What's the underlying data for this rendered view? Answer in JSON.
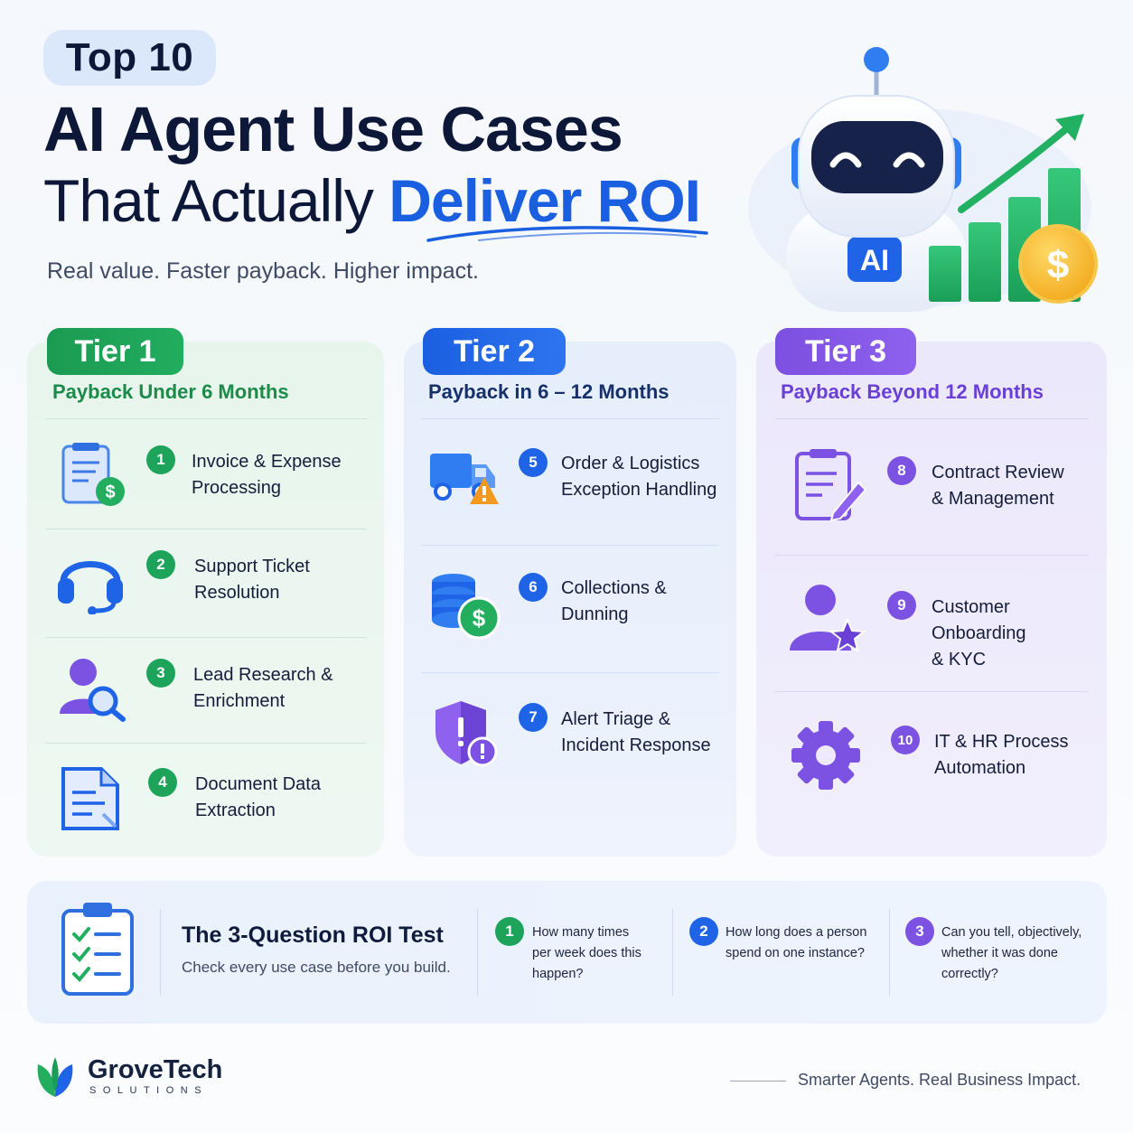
{
  "header": {
    "top_label": "Top 10",
    "headline_line1": "AI Agent Use Cases",
    "headline_line2_plain": "That Actually ",
    "headline_line2_highlight": "Deliver ROI",
    "tagline": "Real value. Faster payback. Higher impact.",
    "robot_chest_label": "AI",
    "coin_symbol": "$"
  },
  "tiers": [
    {
      "tab": "Tier 1",
      "subtitle": "Payback Under 6 Months",
      "color": "#1ea45a",
      "items": [
        {
          "num": "1",
          "label_l1": "Invoice & Expense",
          "label_l2": "Processing",
          "icon": "invoice-dollar-icon"
        },
        {
          "num": "2",
          "label_l1": "Support Ticket",
          "label_l2": "Resolution",
          "icon": "headset-icon"
        },
        {
          "num": "3",
          "label_l1": "Lead Research &",
          "label_l2": "Enrichment",
          "icon": "person-search-icon"
        },
        {
          "num": "4",
          "label_l1": "Document Data",
          "label_l2": "Extraction",
          "icon": "document-scan-icon"
        }
      ]
    },
    {
      "tab": "Tier 2",
      "subtitle": "Payback in 6 – 12 Months",
      "color": "#1f64e6",
      "items": [
        {
          "num": "5",
          "label_l1": "Order & Logistics",
          "label_l2": "Exception Handling",
          "icon": "truck-warning-icon"
        },
        {
          "num": "6",
          "label_l1": "Collections &",
          "label_l2": "Dunning",
          "icon": "coin-stack-icon"
        },
        {
          "num": "7",
          "label_l1": "Alert Triage &",
          "label_l2": "Incident Response",
          "icon": "shield-alert-icon"
        }
      ]
    },
    {
      "tab": "Tier 3",
      "subtitle": "Payback Beyond 12 Months",
      "color": "#7b52e2",
      "items": [
        {
          "num": "8",
          "label_l1": "Contract Review",
          "label_l2": "& Management",
          "icon": "contract-pen-icon"
        },
        {
          "num": "9",
          "label_l1": "Customer Onboarding",
          "label_l2": "& KYC",
          "icon": "person-star-icon"
        },
        {
          "num": "10",
          "label_l1": "IT & HR Process",
          "label_l2": "Automation",
          "icon": "gear-icon"
        }
      ]
    }
  ],
  "roi_test": {
    "title": "The 3-Question ROI Test",
    "subtitle": "Check every use case before you build.",
    "questions": [
      {
        "num": "1",
        "l1": "How many times",
        "l2": "per week does this",
        "l3": "happen?",
        "color": "#1ea45a"
      },
      {
        "num": "2",
        "l1": "How long does a person",
        "l2": "spend on one instance?",
        "l3": "",
        "color": "#1f64e6"
      },
      {
        "num": "3",
        "l1": "Can you tell, objectively,",
        "l2": "whether it was done",
        "l3": "correctly?",
        "color": "#7b52e2"
      }
    ]
  },
  "footer": {
    "brand_name": "GroveTech",
    "brand_sub": "SOLUTIONS",
    "tagline": "Smarter Agents. Real Business Impact."
  },
  "colors": {
    "navy": "#0d1838",
    "accent_blue": "#1a5fe0",
    "green": "#1ea45a",
    "purple": "#7b52e2"
  }
}
